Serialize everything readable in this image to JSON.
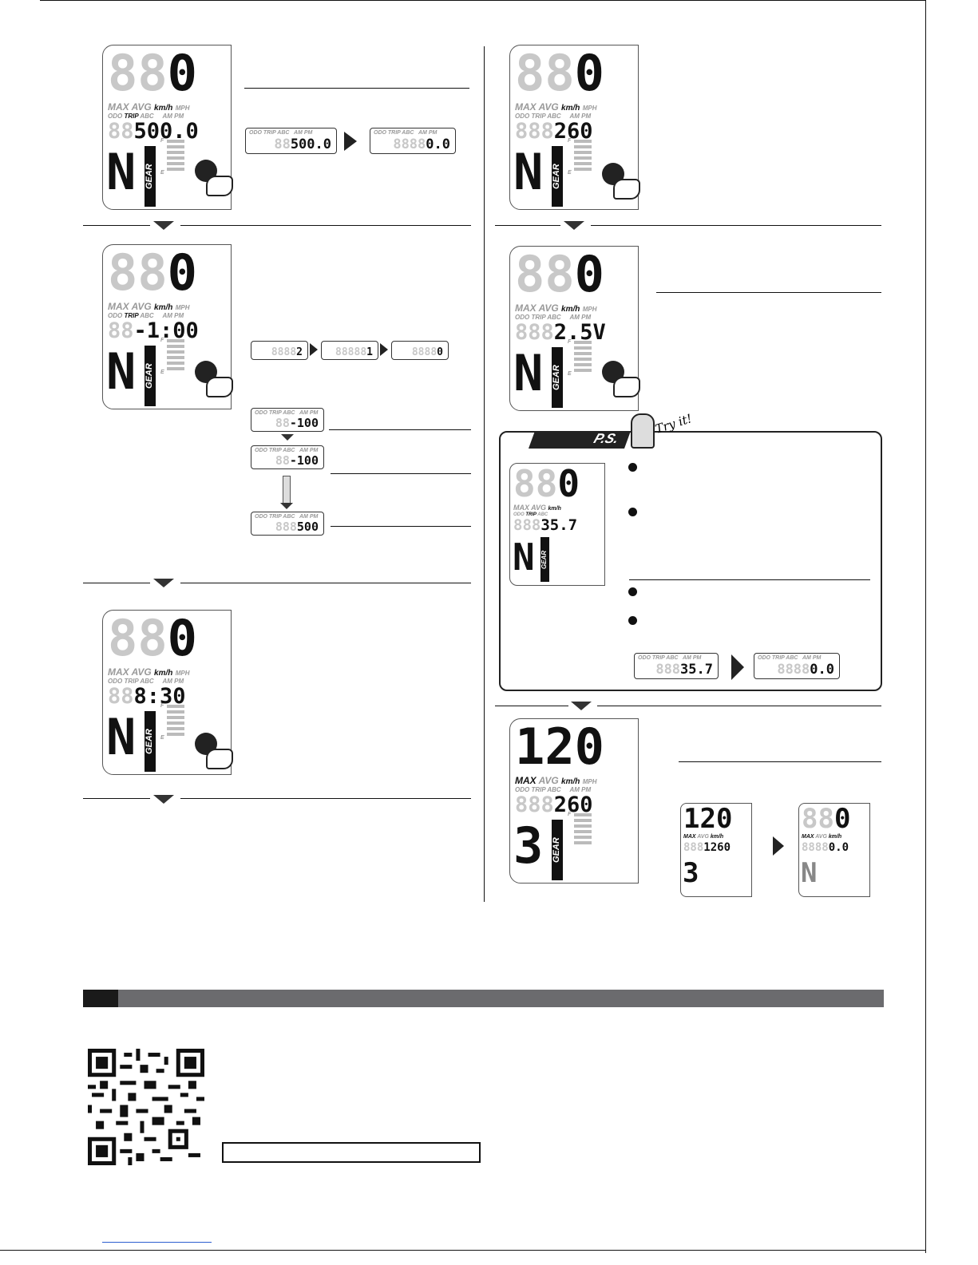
{
  "lcd": {
    "speed_dim": "88",
    "speed_last": "0",
    "max_label": "MAX",
    "avg_label": "AVG",
    "kmh_label": "km/h",
    "mph_label": "MPH",
    "odo_label": "ODO",
    "trip_label": "TRIP",
    "abc_label": "ABC",
    "ampm_label": "AM PM",
    "gear_label": "GEAR",
    "gear_value": "N",
    "fuel_f": "F",
    "fuel_e": "E"
  },
  "panels": {
    "p1_reading": "500.0",
    "p1_mini_a": "500.0",
    "p1_mini_b": "0.0",
    "p2_reading": "-1:00",
    "p2_mini_1": "2",
    "p2_mini_2": "1",
    "p2_mini_3": "0",
    "p2_mini_4": "-100",
    "p2_mini_5": "-100",
    "p2_mini_6": "500",
    "p3_reading": "8:30",
    "p4_reading": "260",
    "p5_reading": "2.5V",
    "ps_reading": "35.7",
    "ps_mini_a": "35.7",
    "ps_mini_b": "0.0",
    "p6_speed": "120",
    "p6_gear": "3",
    "p6_reading": "260",
    "p6_mini_a_speed": "120",
    "p6_mini_a_reading": "1260",
    "p6_mini_b_speed": "0",
    "p6_mini_b_reading": "0.0"
  },
  "ps": {
    "badge": "P.S.",
    "sticker": "Try it!"
  }
}
